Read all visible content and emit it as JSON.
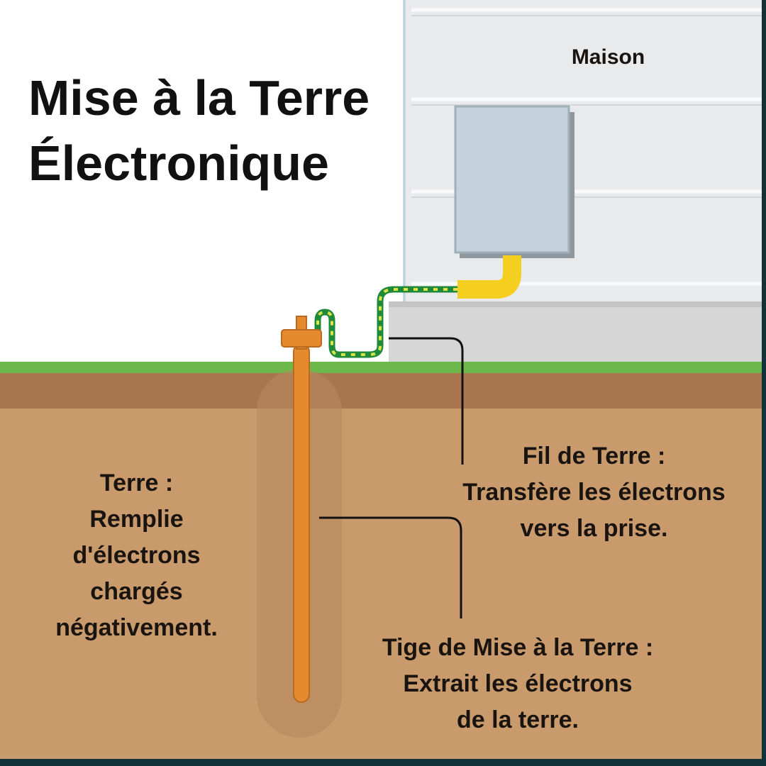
{
  "title": {
    "line1": "Mise à la Terre",
    "line2": "Électronique"
  },
  "house_label": "Maison",
  "labels": {
    "earth": {
      "title": "Terre :",
      "lines": [
        "Remplie",
        "d'électrons",
        "chargés",
        "négativement."
      ]
    },
    "ground_wire": {
      "title": "Fil de Terre :",
      "lines": [
        "Transfère les électrons",
        "vers la prise."
      ]
    },
    "ground_rod": {
      "title": "Tige de Mise à la Terre :",
      "lines": [
        "Extrait les électrons",
        "de la terre."
      ]
    }
  },
  "colors": {
    "grass": "#6cb84a",
    "topsoil": "#a9754f",
    "soil": "#c99b6c",
    "rod": "#e58a2e",
    "wire_green": "#1f8a3a",
    "wire_yellow": "#d9e34a",
    "conduit": "#f5cf1f",
    "panel": "#c3d2dc",
    "border": "#12323a"
  }
}
